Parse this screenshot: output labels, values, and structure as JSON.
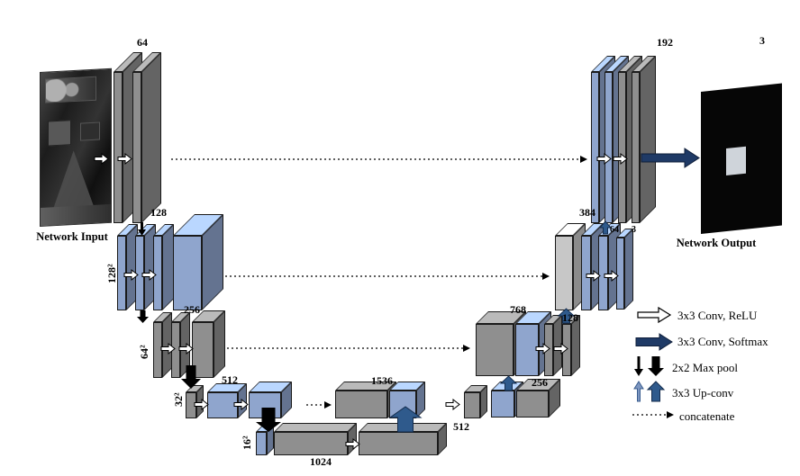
{
  "diagram": {
    "input_caption": "Network Input",
    "output_caption": "Network Output",
    "labels": {
      "enc1": "64",
      "enc2": "128",
      "enc3": "256",
      "enc4": "512",
      "bottleneck": "1024",
      "dec4_in": "1536",
      "dec4_out": "512",
      "dec4_next": "256",
      "dec3_in": "768",
      "dec3_out": "128",
      "dec2_in": "384",
      "dec2_mid": "64",
      "dec2_out": "3",
      "dec1": "192",
      "output_channels": "3",
      "side1": "128²",
      "side2": "64²",
      "side3": "32²",
      "side4": "16²"
    },
    "colors": {
      "gray_block": "#8f8f8f",
      "blue_block": "#8fa5cd",
      "light_block": "#c7c7c7",
      "softmax_arrow": "#1f3a66",
      "upconv_arrow": "#2f5a8c",
      "upconv_light": "#7d96c0",
      "maxpool_arrow": "#000000"
    }
  },
  "legend": [
    {
      "icon": "conv-relu-arrow",
      "label": "3x3 Conv, ReLU"
    },
    {
      "icon": "conv-softmax-arrow",
      "label": "3x3 Conv, Softmax"
    },
    {
      "icon": "max-pool-arrows",
      "label": "2x2 Max pool"
    },
    {
      "icon": "up-conv-arrows",
      "label": "3x3 Up-conv"
    },
    {
      "icon": "concatenate-arrow",
      "label": "concatenate"
    }
  ]
}
